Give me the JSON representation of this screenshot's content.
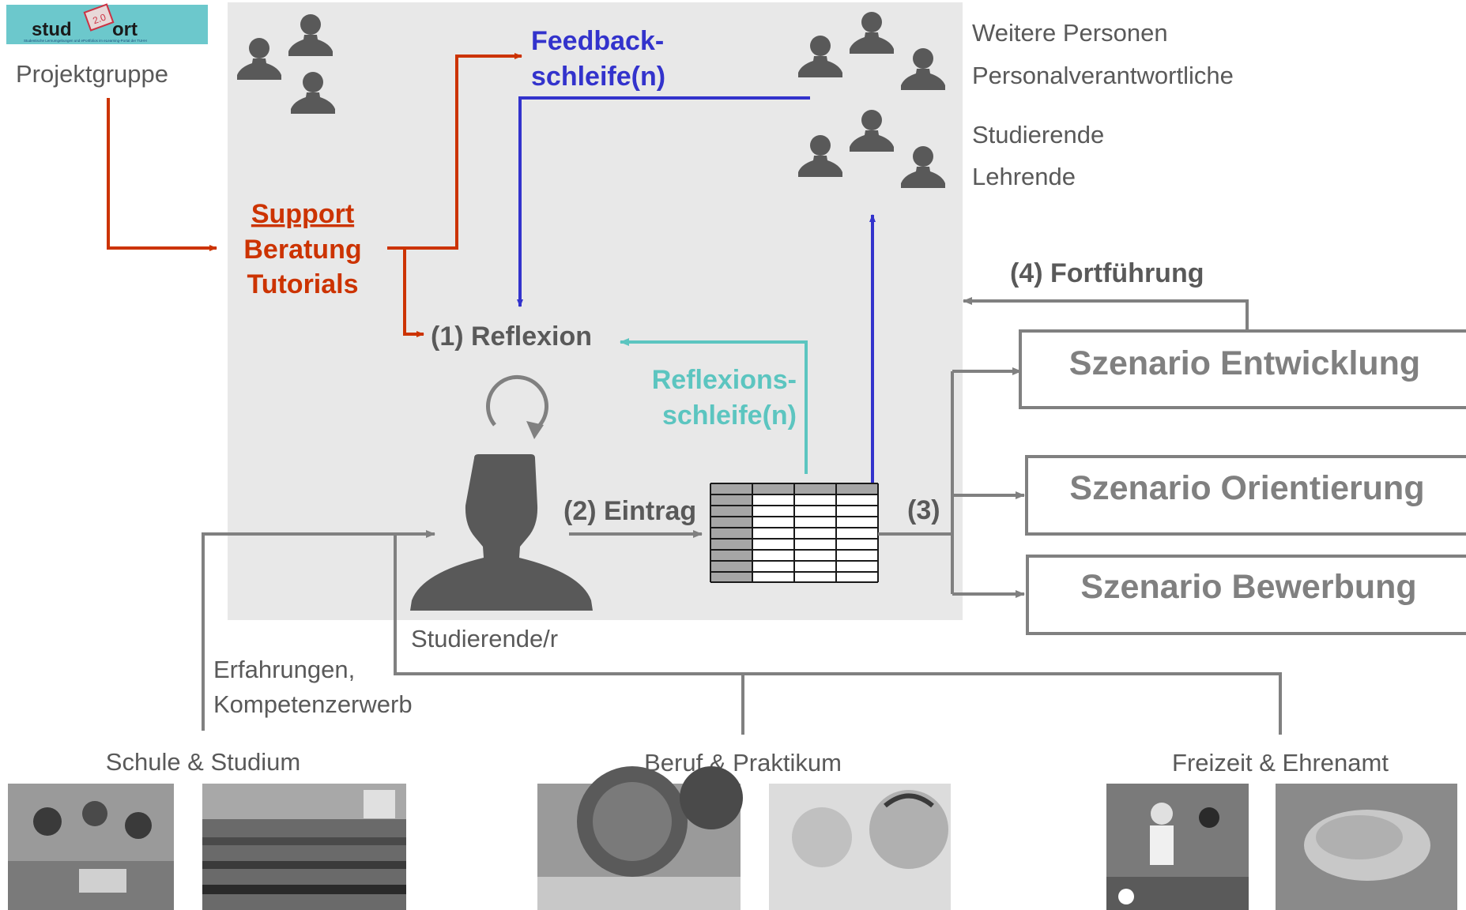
{
  "logo": {
    "wordmark_left": "stud",
    "wordmark_right": "ort",
    "badge": "2.0",
    "tagline": "Studentische Lernumgebungen und ePortfolios im eLearning-Portal der TUHH"
  },
  "labels": {
    "projektgruppe": "Projektgruppe",
    "support": "Support",
    "beratung": "Beratung",
    "tutorials": "Tutorials",
    "feedback_1": "Feedback-",
    "feedback_2": "schleife(n)",
    "weitere_personen": "Weitere Personen",
    "personalverantwortliche": "Personalverantwortliche",
    "studierende": "Studierende",
    "lehrende": "Lehrende",
    "reflexion": "(1) Reflexion",
    "reflexionsschleife_1": "Reflexions-",
    "reflexionsschleife_2": "schleife(n)",
    "eintrag": "(2) Eintrag",
    "step3": "(3)",
    "fortfuehrung": "(4) Fortführung",
    "studierender": "Studierende/r",
    "erfahrungen_1": "Erfahrungen,",
    "erfahrungen_2": "Kompetenzerwerb",
    "schule": "Schule & Studium",
    "beruf": "Beruf & Praktikum",
    "freizeit": "Freizeit & Ehrenamt"
  },
  "scenarios": [
    "Szenario Entwicklung",
    "Szenario Orientierung",
    "Szenario Bewerbung"
  ],
  "colors": {
    "support_red": "#cc3300",
    "feedback_blue": "#3333cc",
    "reflexion_teal": "#5cc5c0",
    "gray_line": "#808080",
    "panel": "#e8e8e8",
    "text_gray": "#595959",
    "logo_bg": "#6cc8cc"
  }
}
